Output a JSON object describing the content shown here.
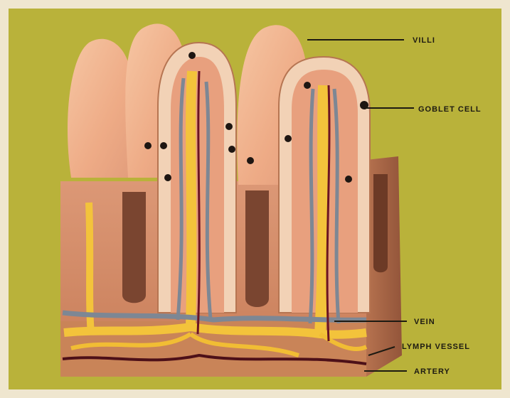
{
  "labels": {
    "villi": "VILLI",
    "goblet_cell": "GOBLET CELL",
    "vein": "VEIN",
    "lymph_vessel": "LYMPH VESSEL",
    "artery": "ARTERY"
  },
  "colors": {
    "background_panel": "#b9b23a",
    "border": "#efe6cf",
    "villus_outer": "#f0b38f",
    "villus_section": "#e7a786",
    "tissue": "#d48d68",
    "lymph": "#f3c33b",
    "vein": "#7d8794",
    "artery": "#6b1422",
    "goblet": "#1e1612"
  }
}
